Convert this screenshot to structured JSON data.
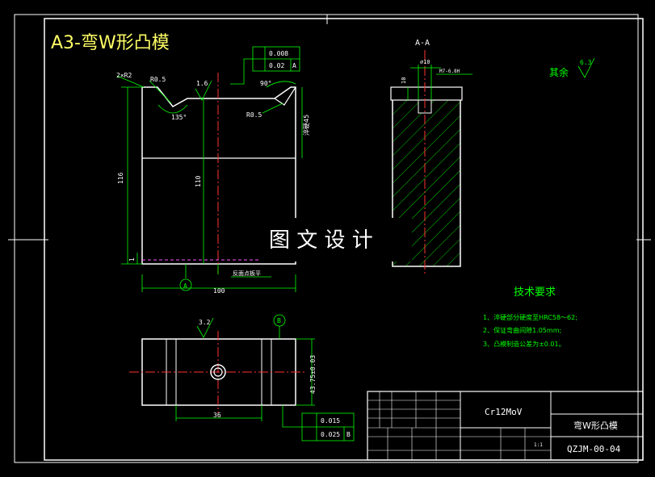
{
  "title": "A3-弯W形凸模",
  "section_label": "A-A",
  "watermark": "图 文 设 计",
  "roughness_rest": {
    "label": "其余",
    "value": "6.3"
  },
  "front_view": {
    "tolerance_top_1": "0.008",
    "tolerance_top_2": "0.02",
    "datum_ref_top": "A",
    "chamfer": "2×R2",
    "radius_left": "R0.5",
    "radius_right": "R0.5",
    "roughness_top": "1.6",
    "angle_left": "135°",
    "angle_right": "90°",
    "dim_height_total": "116",
    "dim_height_inner": "110",
    "dim_height_right": "淬硬45",
    "dim_width": "100",
    "dim_small": "1",
    "datum_a": "A",
    "note_bottom": "反面点板平"
  },
  "section_view": {
    "dim_hole": "⌀10",
    "dim_thread": "M7-6.8H",
    "dim_depth": "10"
  },
  "top_view": {
    "roughness": "3.2",
    "datum_b": "B",
    "dim_width": "36",
    "dim_height": "43.75±0.03",
    "tolerance_1": "0.015",
    "tolerance_2": "0.025",
    "datum_ref": "B"
  },
  "tech_requirements": {
    "heading": "技术要求",
    "items": [
      "1、淬硬部分硬度至HRC58～62;",
      "2、保证弯曲间隙1.05mm;",
      "3、凸模制造公差为±0.01。"
    ]
  },
  "title_block": {
    "material": "Cr12MoV",
    "part_name": "弯W形凸模",
    "drawing_no": "QZJM-00-04",
    "scale": "1:1"
  }
}
